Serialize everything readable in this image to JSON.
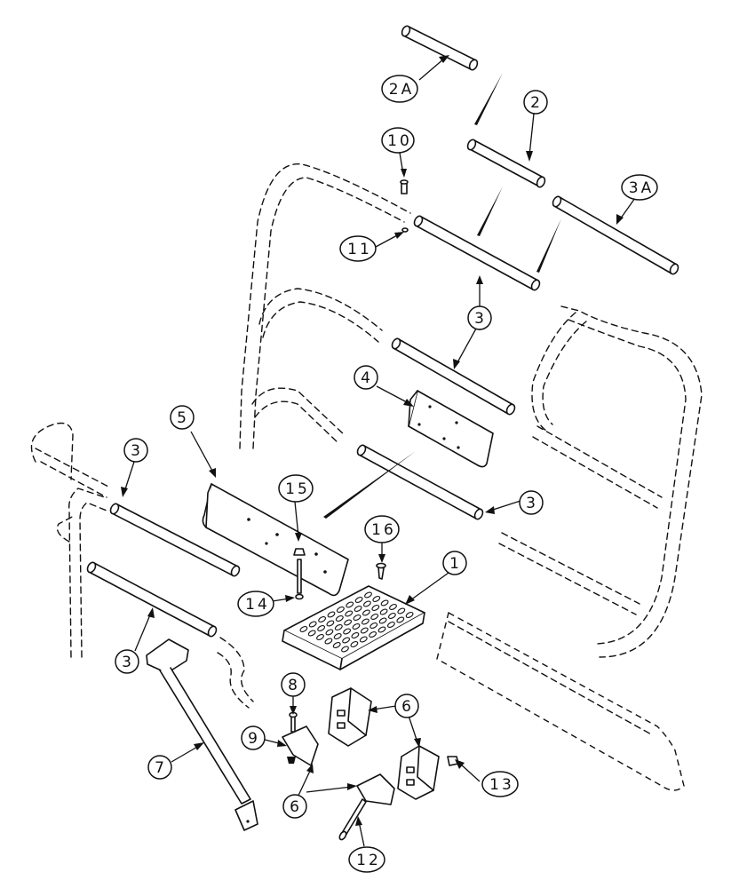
{
  "diagram": {
    "type": "exploded-parts-view",
    "callouts": [
      {
        "id": "c-2a",
        "label": "2A"
      },
      {
        "id": "c-2",
        "label": "2"
      },
      {
        "id": "c-10",
        "label": "10"
      },
      {
        "id": "c-3a",
        "label": "3A"
      },
      {
        "id": "c-11",
        "label": "11"
      },
      {
        "id": "c-3-upper",
        "label": "3"
      },
      {
        "id": "c-4",
        "label": "4"
      },
      {
        "id": "c-5",
        "label": "5"
      },
      {
        "id": "c-3-left",
        "label": "3"
      },
      {
        "id": "c-15",
        "label": "15"
      },
      {
        "id": "c-3-mid",
        "label": "3"
      },
      {
        "id": "c-16",
        "label": "16"
      },
      {
        "id": "c-1",
        "label": "1"
      },
      {
        "id": "c-14",
        "label": "14"
      },
      {
        "id": "c-3-lower",
        "label": "3"
      },
      {
        "id": "c-8",
        "label": "8"
      },
      {
        "id": "c-6-upper",
        "label": "6"
      },
      {
        "id": "c-9",
        "label": "9"
      },
      {
        "id": "c-7",
        "label": "7"
      },
      {
        "id": "c-6-lower",
        "label": "6"
      },
      {
        "id": "c-13",
        "label": "13"
      },
      {
        "id": "c-12",
        "label": "12"
      }
    ]
  }
}
